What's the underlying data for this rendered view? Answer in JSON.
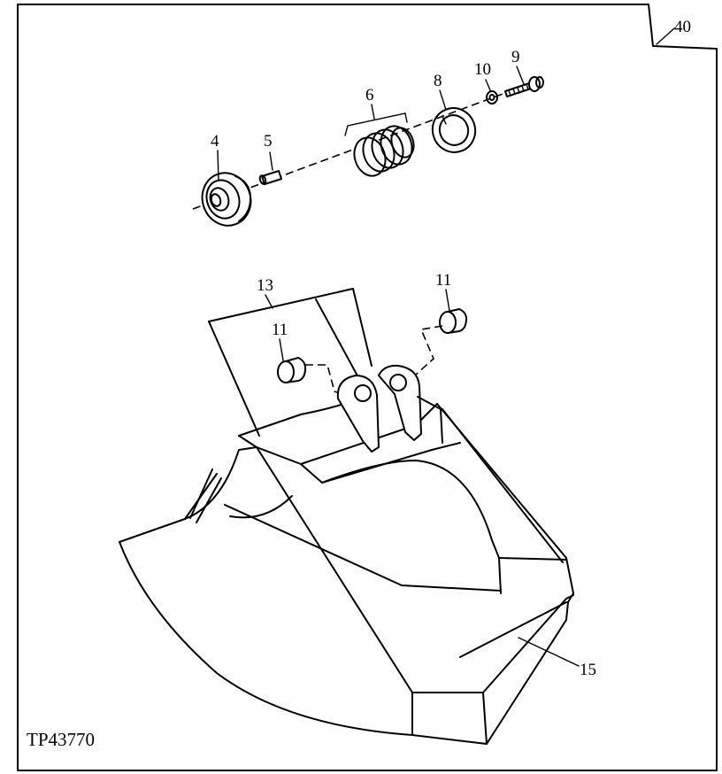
{
  "page_number": "40",
  "figure_id": "TP43770",
  "callouts": {
    "c4": "4",
    "c5": "5",
    "c6": "6",
    "c8": "8",
    "c9": "9",
    "c10": "10",
    "c11a": "11",
    "c11b": "11",
    "c13": "13",
    "c15": "15"
  }
}
